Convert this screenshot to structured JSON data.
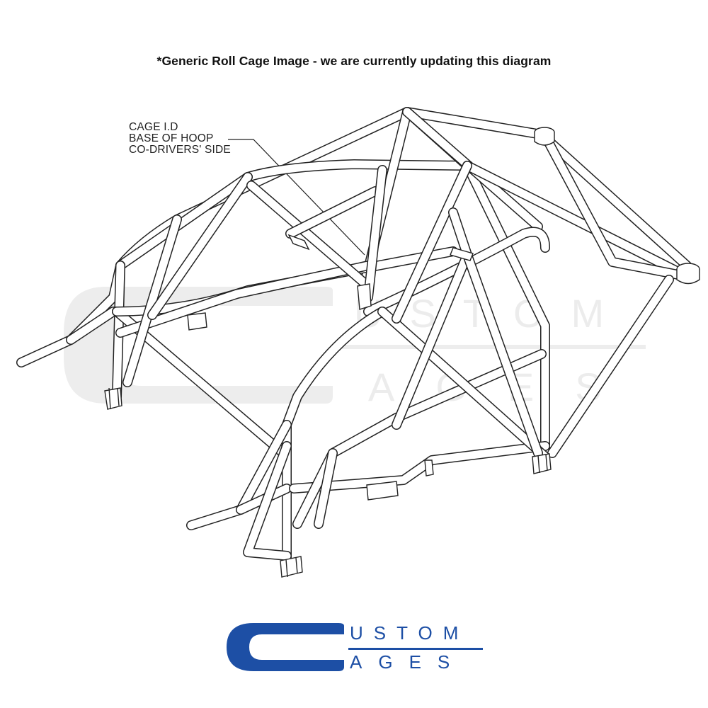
{
  "header": {
    "title": "*Generic Roll Cage Image - we are currently updating this diagram"
  },
  "callout": {
    "lines": [
      "CAGE I.D",
      "BASE OF HOOP",
      "CO-DRIVERS' SIDE"
    ]
  },
  "watermark": {
    "top_word": "USTOM",
    "bottom_word": "AGES"
  },
  "logo": {
    "top_word": "USTOM",
    "bottom_word": "AGES",
    "color": "#1d4fa5"
  },
  "colors": {
    "tube_outline": "#222222",
    "tube_fill": "#ffffff",
    "watermark": "#ececec"
  }
}
